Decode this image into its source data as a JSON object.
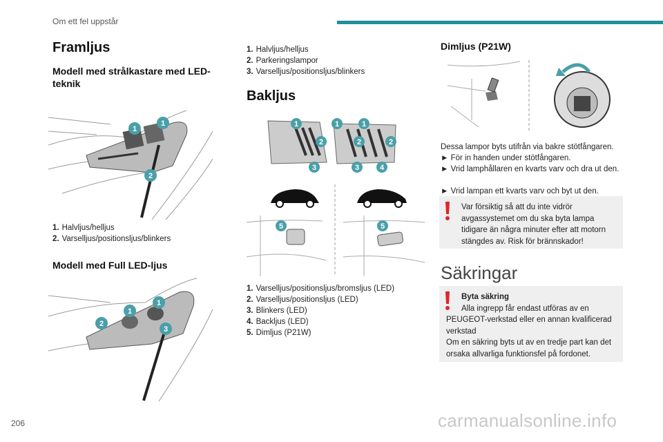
{
  "header": {
    "section": "Om ett fel uppstår",
    "accent_color": "#1f8f9a"
  },
  "page_number": "206",
  "watermark": "carmanualsonline.info",
  "left": {
    "title": "Framljus",
    "sub1": {
      "heading": "Modell med strålkastare med LED-teknik",
      "items": [
        {
          "n": "1.",
          "text": "Halvljus/helljus"
        },
        {
          "n": "2.",
          "text": "Varselljus/positionsljus/blinkers"
        }
      ]
    },
    "sub2": {
      "heading": "Modell med Full LED-ljus"
    }
  },
  "middle": {
    "top_items": [
      {
        "n": "1.",
        "text": "Halvljus/helljus"
      },
      {
        "n": "2.",
        "text": "Parkeringslampor"
      },
      {
        "n": "3.",
        "text": "Varselljus/positionsljus/blinkers"
      }
    ],
    "title": "Bakljus",
    "items": [
      {
        "n": "1.",
        "text": "Varselljus/positionsljus/bromsljus (LED)"
      },
      {
        "n": "2.",
        "text": "Varselljus/positionsljus (LED)"
      },
      {
        "n": "3.",
        "text": "Blinkers (LED)"
      },
      {
        "n": "4.",
        "text": "Backljus (LED)"
      },
      {
        "n": "5.",
        "text": "Dimljus (P21W)"
      }
    ]
  },
  "right": {
    "fog_title": "Dimljus (P21W)",
    "fog_lines": [
      "Dessa lampor byts utifrån via bakre stötfångaren.",
      "► För in handen under stötfångaren.",
      "► Vrid lamphållaren en kvarts varv och dra ut den.",
      "► Vrid lampan ett kvarts varv och byt ut den."
    ],
    "warning1": "Var försiktig så att du inte vidrör avgassystemet om du ska byta lampa tidigare än några minuter efter att motorn stängdes av. Risk för brännskador!",
    "fuses_title": "Säkringar",
    "warning2": {
      "heading": "Byta säkring",
      "line1": "Alla ingrepp får endast utföras av en PEUGEOT-verkstad eller en annan kvalificerad verkstad",
      "line2": "Om en säkring byts ut av en tredje part kan det orsaka allvarliga funktionsfel på fordonet."
    },
    "warn_color": "#e0242b"
  },
  "badges": {
    "fig1": [
      "1",
      "1",
      "2"
    ],
    "fig2": [
      "1",
      "1",
      "2",
      "3"
    ],
    "fig3": [
      "1",
      "1",
      "1",
      "2",
      "2",
      "2",
      "3",
      "3",
      "4"
    ],
    "fig4": [
      "5",
      "5"
    ]
  }
}
